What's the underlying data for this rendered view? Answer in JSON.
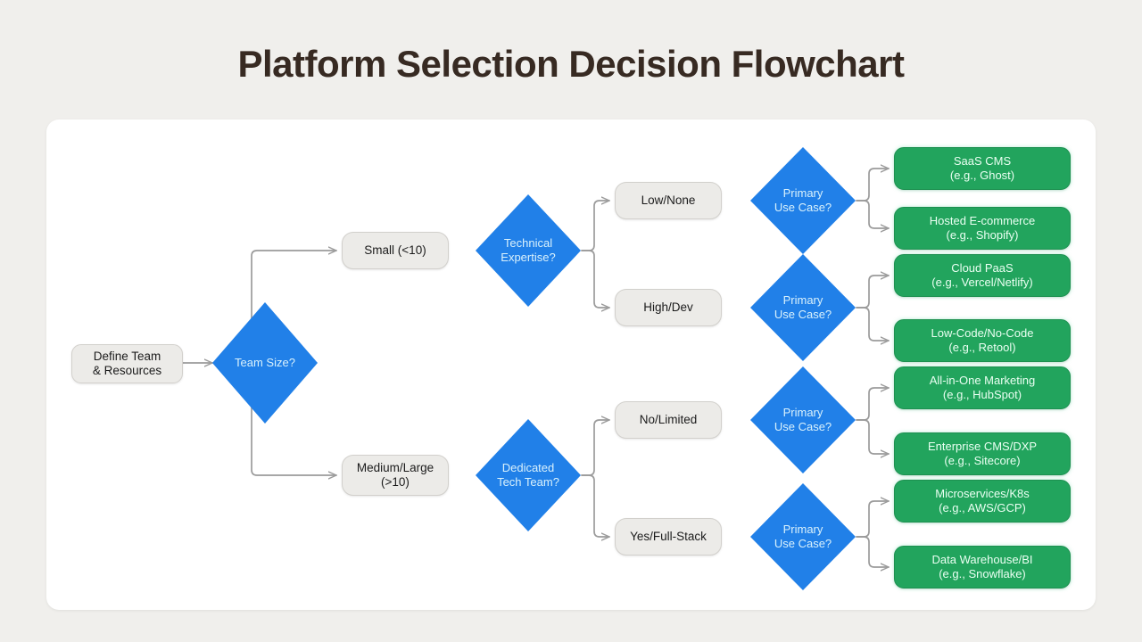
{
  "page": {
    "title": "Platform Selection Decision Flowchart",
    "background_color": "#f0efec",
    "card_color": "#ffffff",
    "title_color": "#372a22"
  },
  "palette": {
    "decision_fill": "#2180e8",
    "decision_text": "#d9f1fc",
    "process_fill": "#ecebe8",
    "process_text": "#1b1b1b",
    "result_fill": "#22a45d",
    "result_text": "#eafff2",
    "connector": "#9b9b9b"
  },
  "chart_data": {
    "type": "diagram",
    "diagram_type": "decision-flowchart",
    "title": "Platform Selection Decision Flowchart",
    "nodes": [
      {
        "id": "start",
        "shape": "rounded-rect",
        "label": "Define Team\n& Resources",
        "line1": "Define Team",
        "line2": "& Resources"
      },
      {
        "id": "team-size",
        "shape": "diamond",
        "label": "Team Size?",
        "line1": "Team Size?",
        "line2": ""
      },
      {
        "id": "small",
        "shape": "rounded-rect",
        "label": "Small (<10)",
        "line1": "Small (<10)",
        "line2": ""
      },
      {
        "id": "medium-large",
        "shape": "rounded-rect",
        "label": "Medium/Large (>10)",
        "line1": "Medium/Large",
        "line2": "(>10)"
      },
      {
        "id": "tech-expertise",
        "shape": "diamond",
        "label": "Technical Expertise?",
        "line1": "Technical",
        "line2": "Expertise?"
      },
      {
        "id": "dedicated-team",
        "shape": "diamond",
        "label": "Dedicated Tech Team?",
        "line1": "Dedicated",
        "line2": "Tech Team?"
      },
      {
        "id": "low-none",
        "shape": "rounded-rect",
        "label": "Low/None",
        "line1": "Low/None",
        "line2": ""
      },
      {
        "id": "high-dev",
        "shape": "rounded-rect",
        "label": "High/Dev",
        "line1": "High/Dev",
        "line2": ""
      },
      {
        "id": "no-limited",
        "shape": "rounded-rect",
        "label": "No/Limited",
        "line1": "No/Limited",
        "line2": ""
      },
      {
        "id": "yes-full-stack",
        "shape": "rounded-rect",
        "label": "Yes/Full-Stack",
        "line1": "Yes/Full-Stack",
        "line2": ""
      },
      {
        "id": "use-case-1",
        "shape": "diamond",
        "label": "Primary Use Case?",
        "line1": "Primary",
        "line2": "Use Case?"
      },
      {
        "id": "use-case-2",
        "shape": "diamond",
        "label": "Primary Use Case?",
        "line1": "Primary",
        "line2": "Use Case?"
      },
      {
        "id": "use-case-3",
        "shape": "diamond",
        "label": "Primary Use Case?",
        "line1": "Primary",
        "line2": "Use Case?"
      },
      {
        "id": "use-case-4",
        "shape": "diamond",
        "label": "Primary Use Case?",
        "line1": "Primary",
        "line2": "Use Case?"
      },
      {
        "id": "saas-cms",
        "shape": "rounded-rect",
        "label": "SaaS CMS (e.g., Ghost)",
        "line1": "SaaS CMS",
        "line2": "(e.g., Ghost)"
      },
      {
        "id": "hosted-ecommerce",
        "shape": "rounded-rect",
        "label": "Hosted E-commerce (e.g., Shopify)",
        "line1": "Hosted E-commerce",
        "line2": "(e.g., Shopify)"
      },
      {
        "id": "cloud-paas",
        "shape": "rounded-rect",
        "label": "Cloud PaaS (e.g., Vercel/Netlify)",
        "line1": "Cloud PaaS",
        "line2": "(e.g., Vercel/Netlify)"
      },
      {
        "id": "low-code",
        "shape": "rounded-rect",
        "label": "Low-Code/No-Code (e.g., Retool)",
        "line1": "Low-Code/No-Code",
        "line2": "(e.g., Retool)"
      },
      {
        "id": "all-in-one",
        "shape": "rounded-rect",
        "label": "All-in-One Marketing (e.g., HubSpot)",
        "line1": "All-in-One Marketing",
        "line2": "(e.g., HubSpot)"
      },
      {
        "id": "enterprise-cms",
        "shape": "rounded-rect",
        "label": "Enterprise CMS/DXP (e.g., Sitecore)",
        "line1": "Enterprise CMS/DXP",
        "line2": "(e.g., Sitecore)"
      },
      {
        "id": "microservices",
        "shape": "rounded-rect",
        "label": "Microservices/K8s (e.g., AWS/GCP)",
        "line1": "Microservices/K8s",
        "line2": "(e.g., AWS/GCP)"
      },
      {
        "id": "data-warehouse",
        "shape": "rounded-rect",
        "label": "Data Warehouse/BI (e.g., Snowflake)",
        "line1": "Data Warehouse/BI",
        "line2": "(e.g., Snowflake)"
      }
    ],
    "edges": [
      {
        "from": "start",
        "to": "team-size"
      },
      {
        "from": "team-size",
        "to": "small"
      },
      {
        "from": "team-size",
        "to": "medium-large"
      },
      {
        "from": "small",
        "to": "tech-expertise"
      },
      {
        "from": "medium-large",
        "to": "dedicated-team"
      },
      {
        "from": "tech-expertise",
        "to": "low-none"
      },
      {
        "from": "tech-expertise",
        "to": "high-dev"
      },
      {
        "from": "dedicated-team",
        "to": "no-limited"
      },
      {
        "from": "dedicated-team",
        "to": "yes-full-stack"
      },
      {
        "from": "low-none",
        "to": "use-case-1"
      },
      {
        "from": "high-dev",
        "to": "use-case-2"
      },
      {
        "from": "no-limited",
        "to": "use-case-3"
      },
      {
        "from": "yes-full-stack",
        "to": "use-case-4"
      },
      {
        "from": "use-case-1",
        "to": "saas-cms"
      },
      {
        "from": "use-case-1",
        "to": "hosted-ecommerce"
      },
      {
        "from": "use-case-2",
        "to": "cloud-paas"
      },
      {
        "from": "use-case-2",
        "to": "low-code"
      },
      {
        "from": "use-case-3",
        "to": "all-in-one"
      },
      {
        "from": "use-case-3",
        "to": "enterprise-cms"
      },
      {
        "from": "use-case-4",
        "to": "microservices"
      },
      {
        "from": "use-case-4",
        "to": "data-warehouse"
      }
    ]
  }
}
